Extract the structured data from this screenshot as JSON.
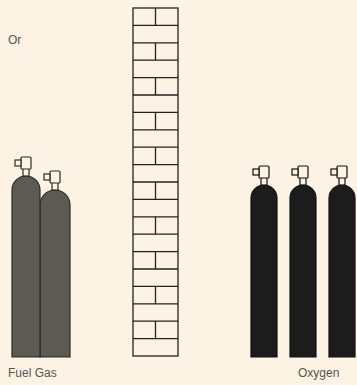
{
  "diagram": {
    "labels": [
      "Or",
      "Fuel Gas",
      "Oxygen"
    ]
  }
}
